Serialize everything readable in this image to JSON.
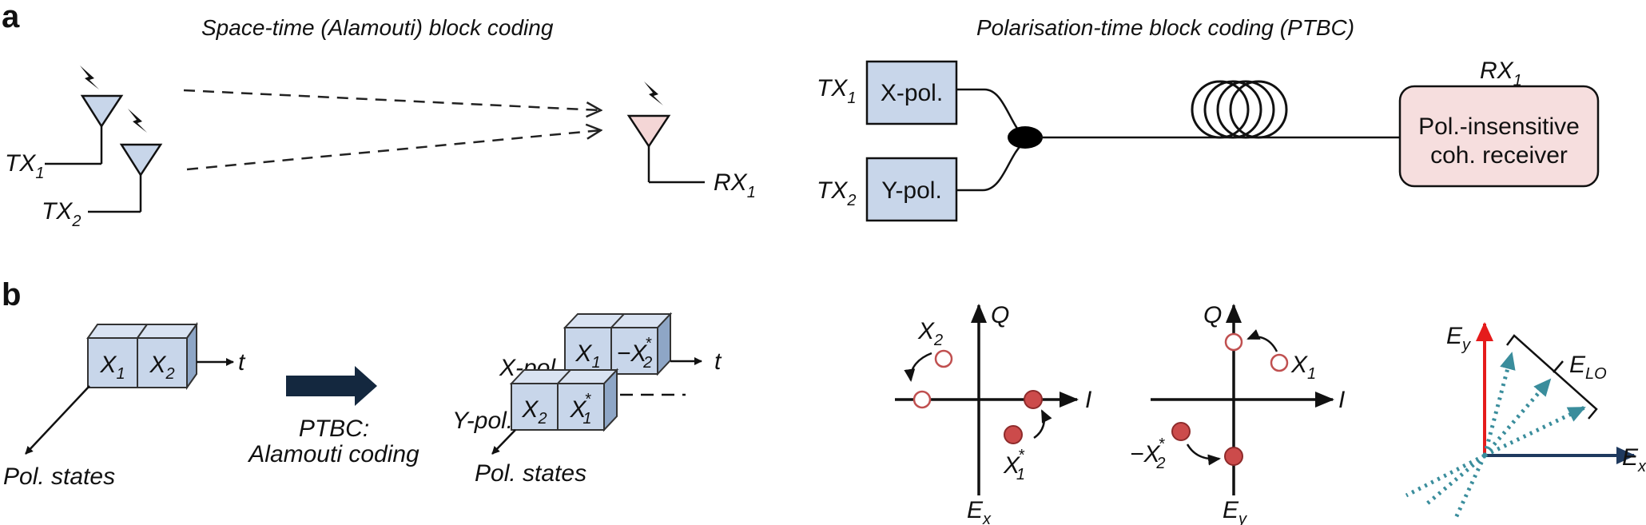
{
  "panel_a": {
    "letter": "a",
    "left_title": "Space-time (Alamouti) block coding",
    "right_title": "Polarisation-time block coding (PTBC)",
    "tx1": {
      "base": "TX",
      "sub": "1"
    },
    "tx2": {
      "base": "TX",
      "sub": "2"
    },
    "rx1": {
      "base": "RX",
      "sub": "1"
    },
    "ptbc_tx1": {
      "base": "TX",
      "sub": "1"
    },
    "ptbc_tx2": {
      "base": "TX",
      "sub": "2"
    },
    "ptbc_rx1": {
      "base": "RX",
      "sub": "1"
    },
    "xpol_box": "X-pol.",
    "ypol_box": "Y-pol.",
    "receiver_line1": "Pol.-insensitive",
    "receiver_line2": "coh. receiver"
  },
  "panel_b": {
    "letter": "b",
    "cube_x1": {
      "base": "X",
      "sub": "1"
    },
    "cube_x2": {
      "base": "X",
      "sub": "2"
    },
    "t_label": "t",
    "pol_states": "Pol. states",
    "arrow_label_line1": "PTBC:",
    "arrow_label_line2": "Alamouti coding",
    "xpol_label": "X-pol.",
    "ypol_label": "Y-pol.",
    "coded_x1": {
      "base": "X",
      "sub": "1"
    },
    "coded_negx2conj": {
      "base": "−X",
      "sub": "2",
      "sup": "*"
    },
    "coded_x2": {
      "base": "X",
      "sub": "2"
    },
    "coded_x1conj": {
      "base": "X",
      "sub": "1",
      "sup": "*"
    },
    "t_label2": "t",
    "pol_states2": "Pol. states",
    "c1_q": "Q",
    "c1_i": "I",
    "c1_ex": {
      "base": "E",
      "sub": "x"
    },
    "c1_x2": {
      "base": "X",
      "sub": "2"
    },
    "c1_x1conj": {
      "base": "X",
      "sub": "1",
      "sup": "*"
    },
    "c2_q": "Q",
    "c2_i": "I",
    "c2_ey": {
      "base": "E",
      "sub": "y"
    },
    "c2_x1": {
      "base": "X",
      "sub": "1"
    },
    "c2_negx2conj": {
      "base": "−X",
      "sub": "2",
      "sup": "*"
    },
    "v_ey": {
      "base": "E",
      "sub": "y"
    },
    "v_ex": {
      "base": "E",
      "sub": "x"
    },
    "v_elo": {
      "base": "E",
      "sub": "LO"
    }
  },
  "colors": {
    "box_fill": "#c8d6ea",
    "rx_antenna_fill": "#f4d6d6",
    "receiver_fill": "#f6dede",
    "point_fill": "#cc4b4b",
    "point_stroke": "#8e2b2b",
    "hollow_stroke": "#c05050",
    "ey_arrow": "#e51b1b",
    "ex_arrow": "#1f3a5f",
    "dotted_arrow": "#3a8d9c",
    "block_arrow": "#14283f"
  }
}
